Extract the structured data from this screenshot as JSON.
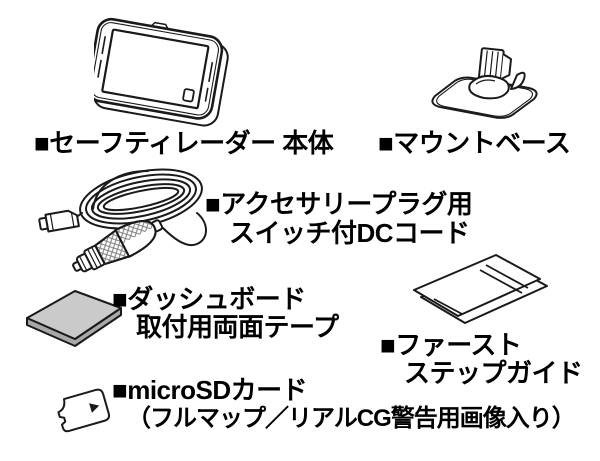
{
  "page_type": "package-contents-diagram",
  "colors": {
    "background": "#ffffff",
    "line": "#1a1a1a",
    "text": "#000000",
    "tape_top": "#cacaca",
    "tape_edge": "#a8a8a8"
  },
  "items": [
    {
      "name": "safety-radar-unit",
      "icon": "radar-device-illustration",
      "line1": "■セーフティレーダー 本体"
    },
    {
      "name": "mount-base",
      "icon": "mount-base-illustration",
      "line1": "■マウントベース"
    },
    {
      "name": "dc-cord",
      "icon": "dc-cord-illustration",
      "line1": "■アクセサリープラグ用",
      "line2": "スイッチ付DCコード"
    },
    {
      "name": "double-sided-tape",
      "icon": "tape-illustration",
      "line1": "■ダッシュボード",
      "line2": "取付用両面テープ"
    },
    {
      "name": "first-step-guide",
      "icon": "guide-illustration",
      "line1": "■ファースト",
      "line2": "ステップガイド"
    },
    {
      "name": "microsd-card",
      "icon": "microsd-illustration",
      "line1": "■microSDカード",
      "line2": "（フルマップ／リアルCG警告用画像入り）"
    }
  ]
}
